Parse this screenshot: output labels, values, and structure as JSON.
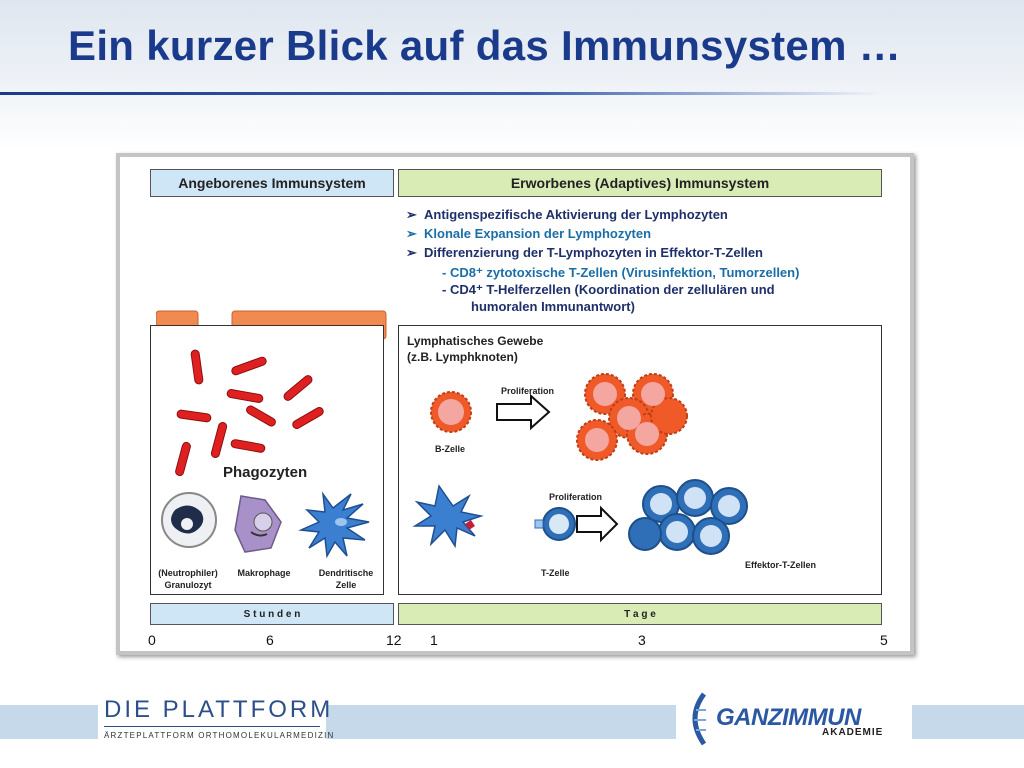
{
  "slide": {
    "title": "Ein kurzer Blick auf das Immunsystem …"
  },
  "headers": {
    "innate": "Angeborenes Immunsystem",
    "adaptive": "Erworbenes (Adaptives) Immunsystem"
  },
  "bullets": [
    "Antigenspezifische Aktivierung der Lymphozyten",
    "Klonale Expansion der Lymphozyten",
    "Differenzierung der T-Lymphozyten in Effektor-T-Zellen"
  ],
  "subs": {
    "cd8": "- CD8⁺ zytotoxische T-Zellen (Virusinfektion, Tumorzellen)",
    "cd4_line1": "- CD4⁺ T-Helferzellen (Koordination der zellulären und",
    "cd4_line2": "humoralen Immunantwort)"
  },
  "innate_box": {
    "phagocytes": "Phagozyten",
    "granulocyte_1": "(Neutrophiler)",
    "granulocyte_2": "Granulozyt",
    "macrophage": "Makrophage",
    "dendritic_1": "Dendritische",
    "dendritic_2": "Zelle"
  },
  "lymph_box": {
    "title_1": "Lymphatisches Gewebe",
    "title_2": "(z.B. Lymphknoten)",
    "proliferation_b": "Proliferation",
    "b_cell": "B-Zelle",
    "proliferation_t": "Proliferation",
    "t_cell": "T-Zelle",
    "effector": "Effektor-T-Zellen"
  },
  "timeline": {
    "hours": "S t u n d e n",
    "days": "T a g e",
    "ticks": [
      "0",
      "6",
      "12",
      "1",
      "3",
      "5"
    ]
  },
  "footer": {
    "platform": "DIE PLATTFORM",
    "platform_sub": "ÄRZTEPLATTFORM ORTHOMOLEKULARMEDIZIN",
    "ganz": "GANZIMMUN",
    "akademie": "AKADEMIE"
  },
  "colors": {
    "title": "#1a3a8c",
    "innate_header": "#cfe6f6",
    "adaptive_header": "#d9ecb5",
    "bacteria": "#e02020",
    "b_cell": "#f05a28",
    "t_cell": "#2e6fb8"
  }
}
